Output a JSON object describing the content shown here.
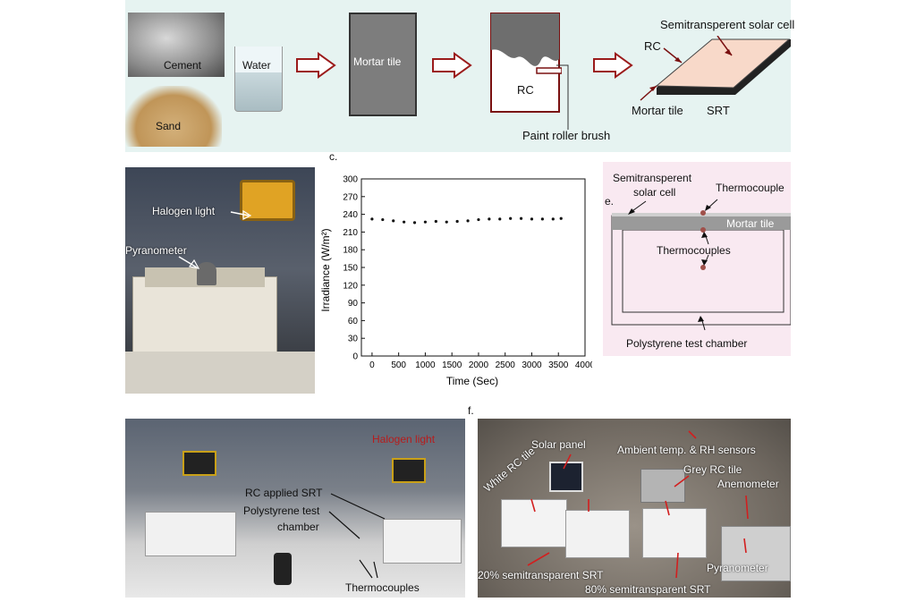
{
  "panel_a": {
    "cement": "Cement",
    "sand": "Sand",
    "water": "Water",
    "mortar_tile": "Mortar tile",
    "rc": "RC",
    "paint_roller": "Paint roller brush",
    "srt_top": "Semitransperent solar cell",
    "srt_rc": "RC",
    "srt_mortar": "Mortar tile",
    "srt": "SRT"
  },
  "panel_b": {
    "halogen": "Halogen light",
    "pyranometer": "Pyranometer"
  },
  "panel_c": {
    "letter": "c.",
    "chart_data": {
      "type": "scatter",
      "title": "",
      "xlabel": "Time (Sec)",
      "ylabel": "Irradiance (W/m²)",
      "xlim": [
        -200,
        4000
      ],
      "ylim": [
        0,
        300
      ],
      "x_ticks": [
        "0",
        "500",
        "1000",
        "1500",
        "2000",
        "2500",
        "3000",
        "3500",
        "4000"
      ],
      "y_ticks": [
        "0",
        "30",
        "60",
        "90",
        "120",
        "150",
        "180",
        "210",
        "240",
        "270",
        "300"
      ],
      "series": [
        {
          "x": [
            0,
            200,
            400,
            600,
            800,
            1000,
            1200,
            1400,
            1600,
            1800,
            2000,
            2200,
            2400,
            2600,
            2800,
            3000,
            3200,
            3400,
            3550
          ],
          "y": [
            232,
            231,
            229,
            227,
            226,
            227,
            228,
            227,
            228,
            229,
            231,
            232,
            232,
            233,
            233,
            232,
            232,
            232,
            233
          ]
        }
      ]
    }
  },
  "panel_e": {
    "letter": "e.",
    "solar_cell": "Semitransperent",
    "solar_cell_2": "solar cell",
    "thermocouple_top": "Thermocouple",
    "mortar_tile": "Mortar tile",
    "thermocouples": "Thermocouples",
    "chamber": "Polystyrene test chamber"
  },
  "panel_d": {
    "halogen": "Halogen light",
    "rc_srt": "RC applied SRT",
    "chamber_1": "Polystyrene test",
    "chamber_2": "chamber",
    "thermocouples": "Thermocouples"
  },
  "panel_f": {
    "letter": "f.",
    "solar_panel": "Solar panel",
    "ambient": "Ambient temp. & RH sensors",
    "grey_rc": "Grey RC tile",
    "anemometer": "Anemometer",
    "white_rc": "White RC tile",
    "pyranometer": "Pyranometer",
    "srt20": "20% semitransparent SRT",
    "srt80": "80% semitransparent SRT"
  },
  "colors": {
    "arrow_red": "#9b1b1b",
    "panel_a_bg": "#e6f3f1",
    "panel_e_bg": "#f9e9f1"
  }
}
